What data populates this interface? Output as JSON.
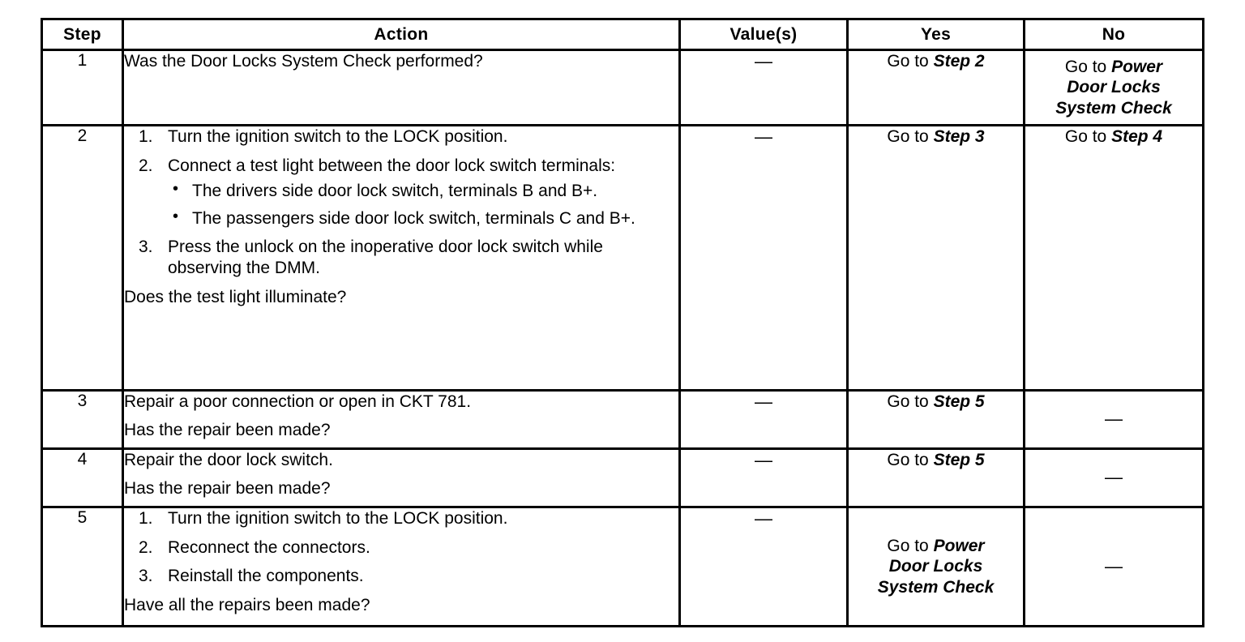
{
  "table": {
    "headers": {
      "step": "Step",
      "action": "Action",
      "values": "Value(s)",
      "yes": "Yes",
      "no": "No"
    },
    "dash": "—",
    "rows": [
      {
        "step": "1",
        "action": {
          "lead": "Was the Door Locks System Check performed?",
          "steps": [],
          "question": ""
        },
        "value": "—",
        "yes": {
          "prefix": "Go to ",
          "target": "Step 2",
          "lines": [
            "Go to |Step 2"
          ]
        },
        "no": {
          "lines": [
            "Go to |Power",
            "|Door Locks",
            "|System Check"
          ]
        }
      },
      {
        "step": "2",
        "action": {
          "lead": "",
          "steps": [
            {
              "num": "1.",
              "text": "Turn the ignition switch to the LOCK position.",
              "bullets": []
            },
            {
              "num": "2.",
              "text": "Connect a test light between the door lock switch terminals:",
              "bullets": [
                "The drivers side door lock switch, terminals B and B+.",
                "The passengers side door lock switch, terminals C and B+."
              ]
            },
            {
              "num": "3.",
              "text": "Press the unlock on the inoperative door lock switch while observing the DMM.",
              "bullets": []
            }
          ],
          "question": "Does the test light illuminate?"
        },
        "value": "—",
        "yes": {
          "lines": [
            "Go to |Step 3"
          ]
        },
        "no": {
          "lines": [
            "Go to |Step 4"
          ]
        }
      },
      {
        "step": "3",
        "action": {
          "lead": "Repair a poor connection or open in CKT 781.",
          "steps": [],
          "question": "Has the repair been made?"
        },
        "value": "—",
        "yes": {
          "lines": [
            "Go to |Step 5"
          ]
        },
        "no": {
          "lines": [
            "—|"
          ]
        }
      },
      {
        "step": "4",
        "action": {
          "lead": "Repair the door lock switch.",
          "steps": [],
          "question": "Has the repair been made?"
        },
        "value": "—",
        "yes": {
          "lines": [
            "Go to |Step 5"
          ]
        },
        "no": {
          "lines": [
            "—|"
          ]
        }
      },
      {
        "step": "5",
        "action": {
          "lead": "",
          "steps": [
            {
              "num": "1.",
              "text": "Turn the ignition switch to the LOCK position.",
              "bullets": []
            },
            {
              "num": "2.",
              "text": "Reconnect the connectors.",
              "bullets": []
            },
            {
              "num": "3.",
              "text": "Reinstall the components.",
              "bullets": []
            }
          ],
          "question": "Have all the repairs been made?"
        },
        "value": "—",
        "yes": {
          "lines": [
            "Go to |Power",
            "|Door Locks",
            "|System Check"
          ]
        },
        "no": {
          "lines": [
            "—|"
          ]
        }
      }
    ]
  }
}
